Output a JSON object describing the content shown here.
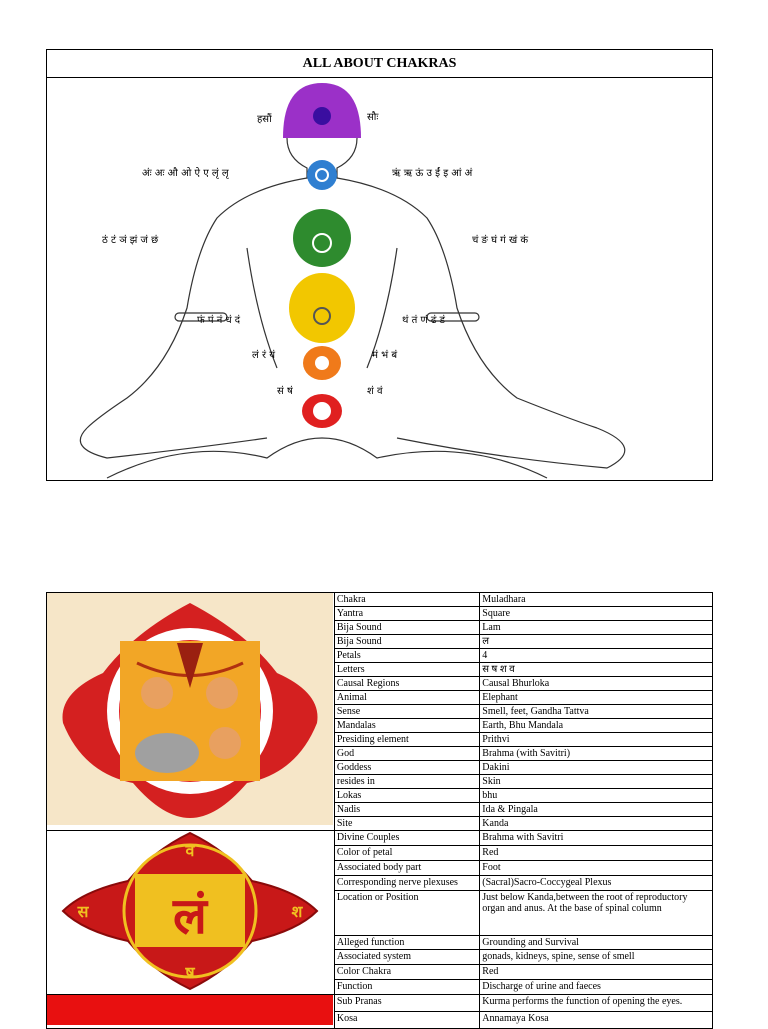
{
  "title": "ALL ABOUT CHAKRAS",
  "figure_labels": {
    "crown_left": "हसौं",
    "crown_right": "सौः",
    "throat_left": "अंः अः औ ओ ऐ ए लृं लृ",
    "throat_right": "ऋं ऋ ऊं उ ईं इ आं अं",
    "heart_left": "ठं टं ञं झं जं छं",
    "heart_right": "चं ङं घं गं खं कं",
    "navel_left": "फं पं नं धं दं",
    "navel_right": "थं तं णं ढं डं",
    "sacral_left": "लं रं यं",
    "sacral_right": "मं भं बं",
    "root_left": "सं षं",
    "root_right": "शं वं"
  },
  "colors": {
    "crown": "#9b30c8",
    "throat": "#2f7fd1",
    "heart": "#2e8b2e",
    "navel": "#f2c700",
    "sacral": "#f07a1a",
    "root": "#e02020"
  },
  "yantra_letters": {
    "top": "व",
    "left": "स",
    "right": "श",
    "bottom": "ष",
    "center": "लं"
  },
  "rows": [
    {
      "k": "Chakra",
      "v": "Muladhara"
    },
    {
      "k": "Yantra",
      "v": "Square"
    },
    {
      "k": "Bija Sound",
      "v": "Lam"
    },
    {
      "k": "Bija Sound",
      "v": "ल"
    },
    {
      "k": "Petals",
      "v": "4"
    },
    {
      "k": "Letters",
      "v": "स ष श व"
    },
    {
      "k": "Causal Regions",
      "v": "Causal Bhurloka"
    },
    {
      "k": "Animal",
      "v": "Elephant"
    },
    {
      "k": "Sense",
      "v": "Smell, feet, Gandha Tattva"
    },
    {
      "k": "Mandalas",
      "v": "Earth, Bhu Mandala"
    },
    {
      "k": "Presiding element",
      "v": "Prithvi"
    },
    {
      "k": "God",
      "v": "Brahma (with Savitri)"
    },
    {
      "k": "Goddess",
      "v": "Dakini"
    },
    {
      "k": "resides in",
      "v": "Skin"
    },
    {
      "k": "Lokas",
      "v": "bhu"
    },
    {
      "k": "Nadis",
      "v": "Ida & Pingala"
    },
    {
      "k": "Site",
      "v": "Kanda"
    },
    {
      "k": "Divine Couples",
      "v": "Brahma with Savitri"
    },
    {
      "k": "Color of petal",
      "v": "Red"
    },
    {
      "k": "Associated body part",
      "v": "Foot"
    },
    {
      "k": "Corresponding nerve plexuses",
      "v": "(Sacral)Sacro-Coccygeal Plexus"
    },
    {
      "k": "Location or Position",
      "v": "Just below Kanda,between the root of reproductory organ and anus. At the base of spinal column"
    },
    {
      "k": "Alleged function",
      "v": "Grounding and Survival"
    },
    {
      "k": "Associated system",
      "v": "gonads, kidneys, spine, sense of smell"
    },
    {
      "k": "Color Chakra",
      "v": "Red"
    },
    {
      "k": "Function",
      "v": "Discharge of urine and faeces"
    },
    {
      "k": "Sub Pranas",
      "v": "Kurma performs the function of opening the eyes."
    },
    {
      "k": "Kosa",
      "v": "Annamaya Kosa"
    }
  ]
}
